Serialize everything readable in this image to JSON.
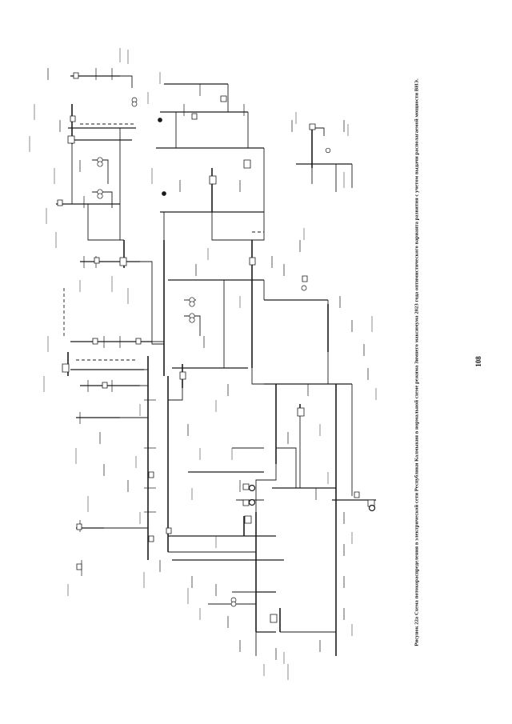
{
  "document": {
    "caption": "Рисунок 22а Схема потокораспределения в электрической сети Республики Калмыкия в нормальной схеме режима Зимнего максимума 2023 года оптимистического варианта развития с учетом выдачи располагаемой мощности ВИЭ.",
    "page_number": "108"
  },
  "colors": {
    "ink": "#1a1a1a",
    "paper": "#ffffff"
  },
  "diagram": {
    "type": "power-flow single-line scheme",
    "orientation": "rotated-90"
  }
}
